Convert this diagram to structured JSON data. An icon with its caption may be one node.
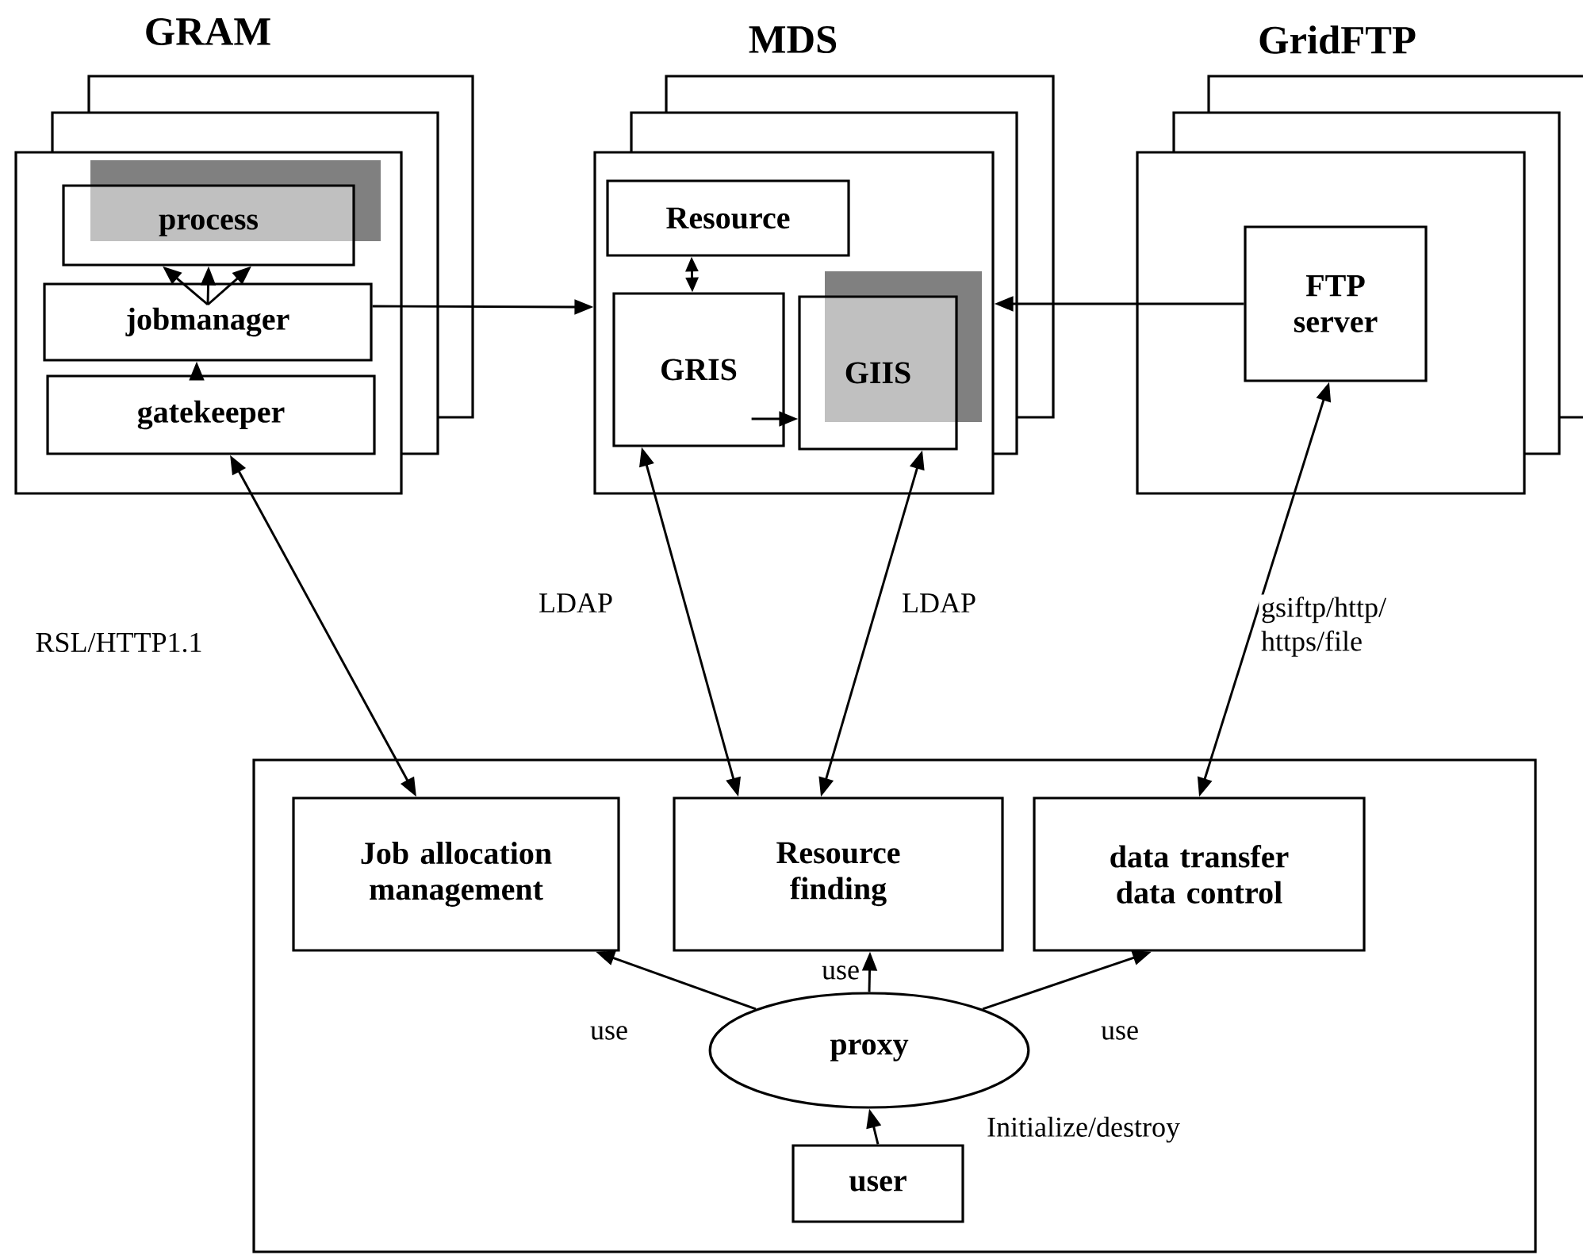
{
  "diagram": {
    "nodes": [
      {
        "text": [
          "GRAM"
        ]
      },
      {
        "text": [
          "process"
        ],
        "in": 0
      },
      {
        "text": [
          "jobmanager"
        ],
        "in": 0
      },
      {
        "text": [
          "gatekeeper"
        ],
        "in": 0
      },
      {
        "text": [
          "MDS"
        ]
      },
      {
        "text": [
          "Resource"
        ],
        "in": 4
      },
      {
        "text": [
          "GRIS"
        ],
        "in": 4
      },
      {
        "text": [
          "GIIS"
        ],
        "in": 4
      },
      {
        "text": [
          "GridFTP"
        ]
      },
      {
        "text": [
          "FTP server"
        ],
        "in": 8
      },
      {
        "text": [],
        "shape": "box"
      },
      {
        "text": [
          "Job allocation management"
        ],
        "in": 10
      },
      {
        "text": [
          "Resource finding"
        ],
        "in": 10
      },
      {
        "text": [
          "data transfer data control"
        ],
        "in": 10
      },
      {
        "text": [
          "proxy"
        ],
        "in": 10
      },
      {
        "text": [
          "user"
        ],
        "in": 10
      }
    ],
    "edges": [
      {
        "from": 2,
        "to": 1,
        "arrow": "to"
      },
      {
        "from": 2,
        "to": 1,
        "arrow": "to"
      },
      {
        "from": 2,
        "to": 1,
        "arrow": "to"
      },
      {
        "from": 3,
        "to": 2,
        "arrow": "to"
      },
      {
        "from": 2,
        "to": 4,
        "arrow": "to"
      },
      {
        "from": 9,
        "to": 4,
        "arrow": "to"
      },
      {
        "from": 5,
        "to": 6,
        "arrow": "both"
      },
      {
        "from": 6,
        "to": 7,
        "arrow": "to"
      },
      {
        "from": 3,
        "to": 11,
        "arrow": "both",
        "label": "RSL/HTTP1.1"
      },
      {
        "from": 6,
        "to": 12,
        "arrow": "both",
        "label": "LDAP"
      },
      {
        "from": 7,
        "to": 12,
        "arrow": "both",
        "label": "LDAP"
      },
      {
        "from": 9,
        "to": 13,
        "arrow": "both",
        "label": "gsiftp/http/ https/file"
      },
      {
        "from": 14,
        "to": 11,
        "arrow": "to",
        "label": "use"
      },
      {
        "from": 14,
        "to": 12,
        "arrow": "to",
        "label": "use"
      },
      {
        "from": 14,
        "to": 13,
        "arrow": "to",
        "label": "use"
      },
      {
        "from": 15,
        "to": 14,
        "arrow": "to",
        "label": "Initialize/destroy"
      }
    ]
  }
}
